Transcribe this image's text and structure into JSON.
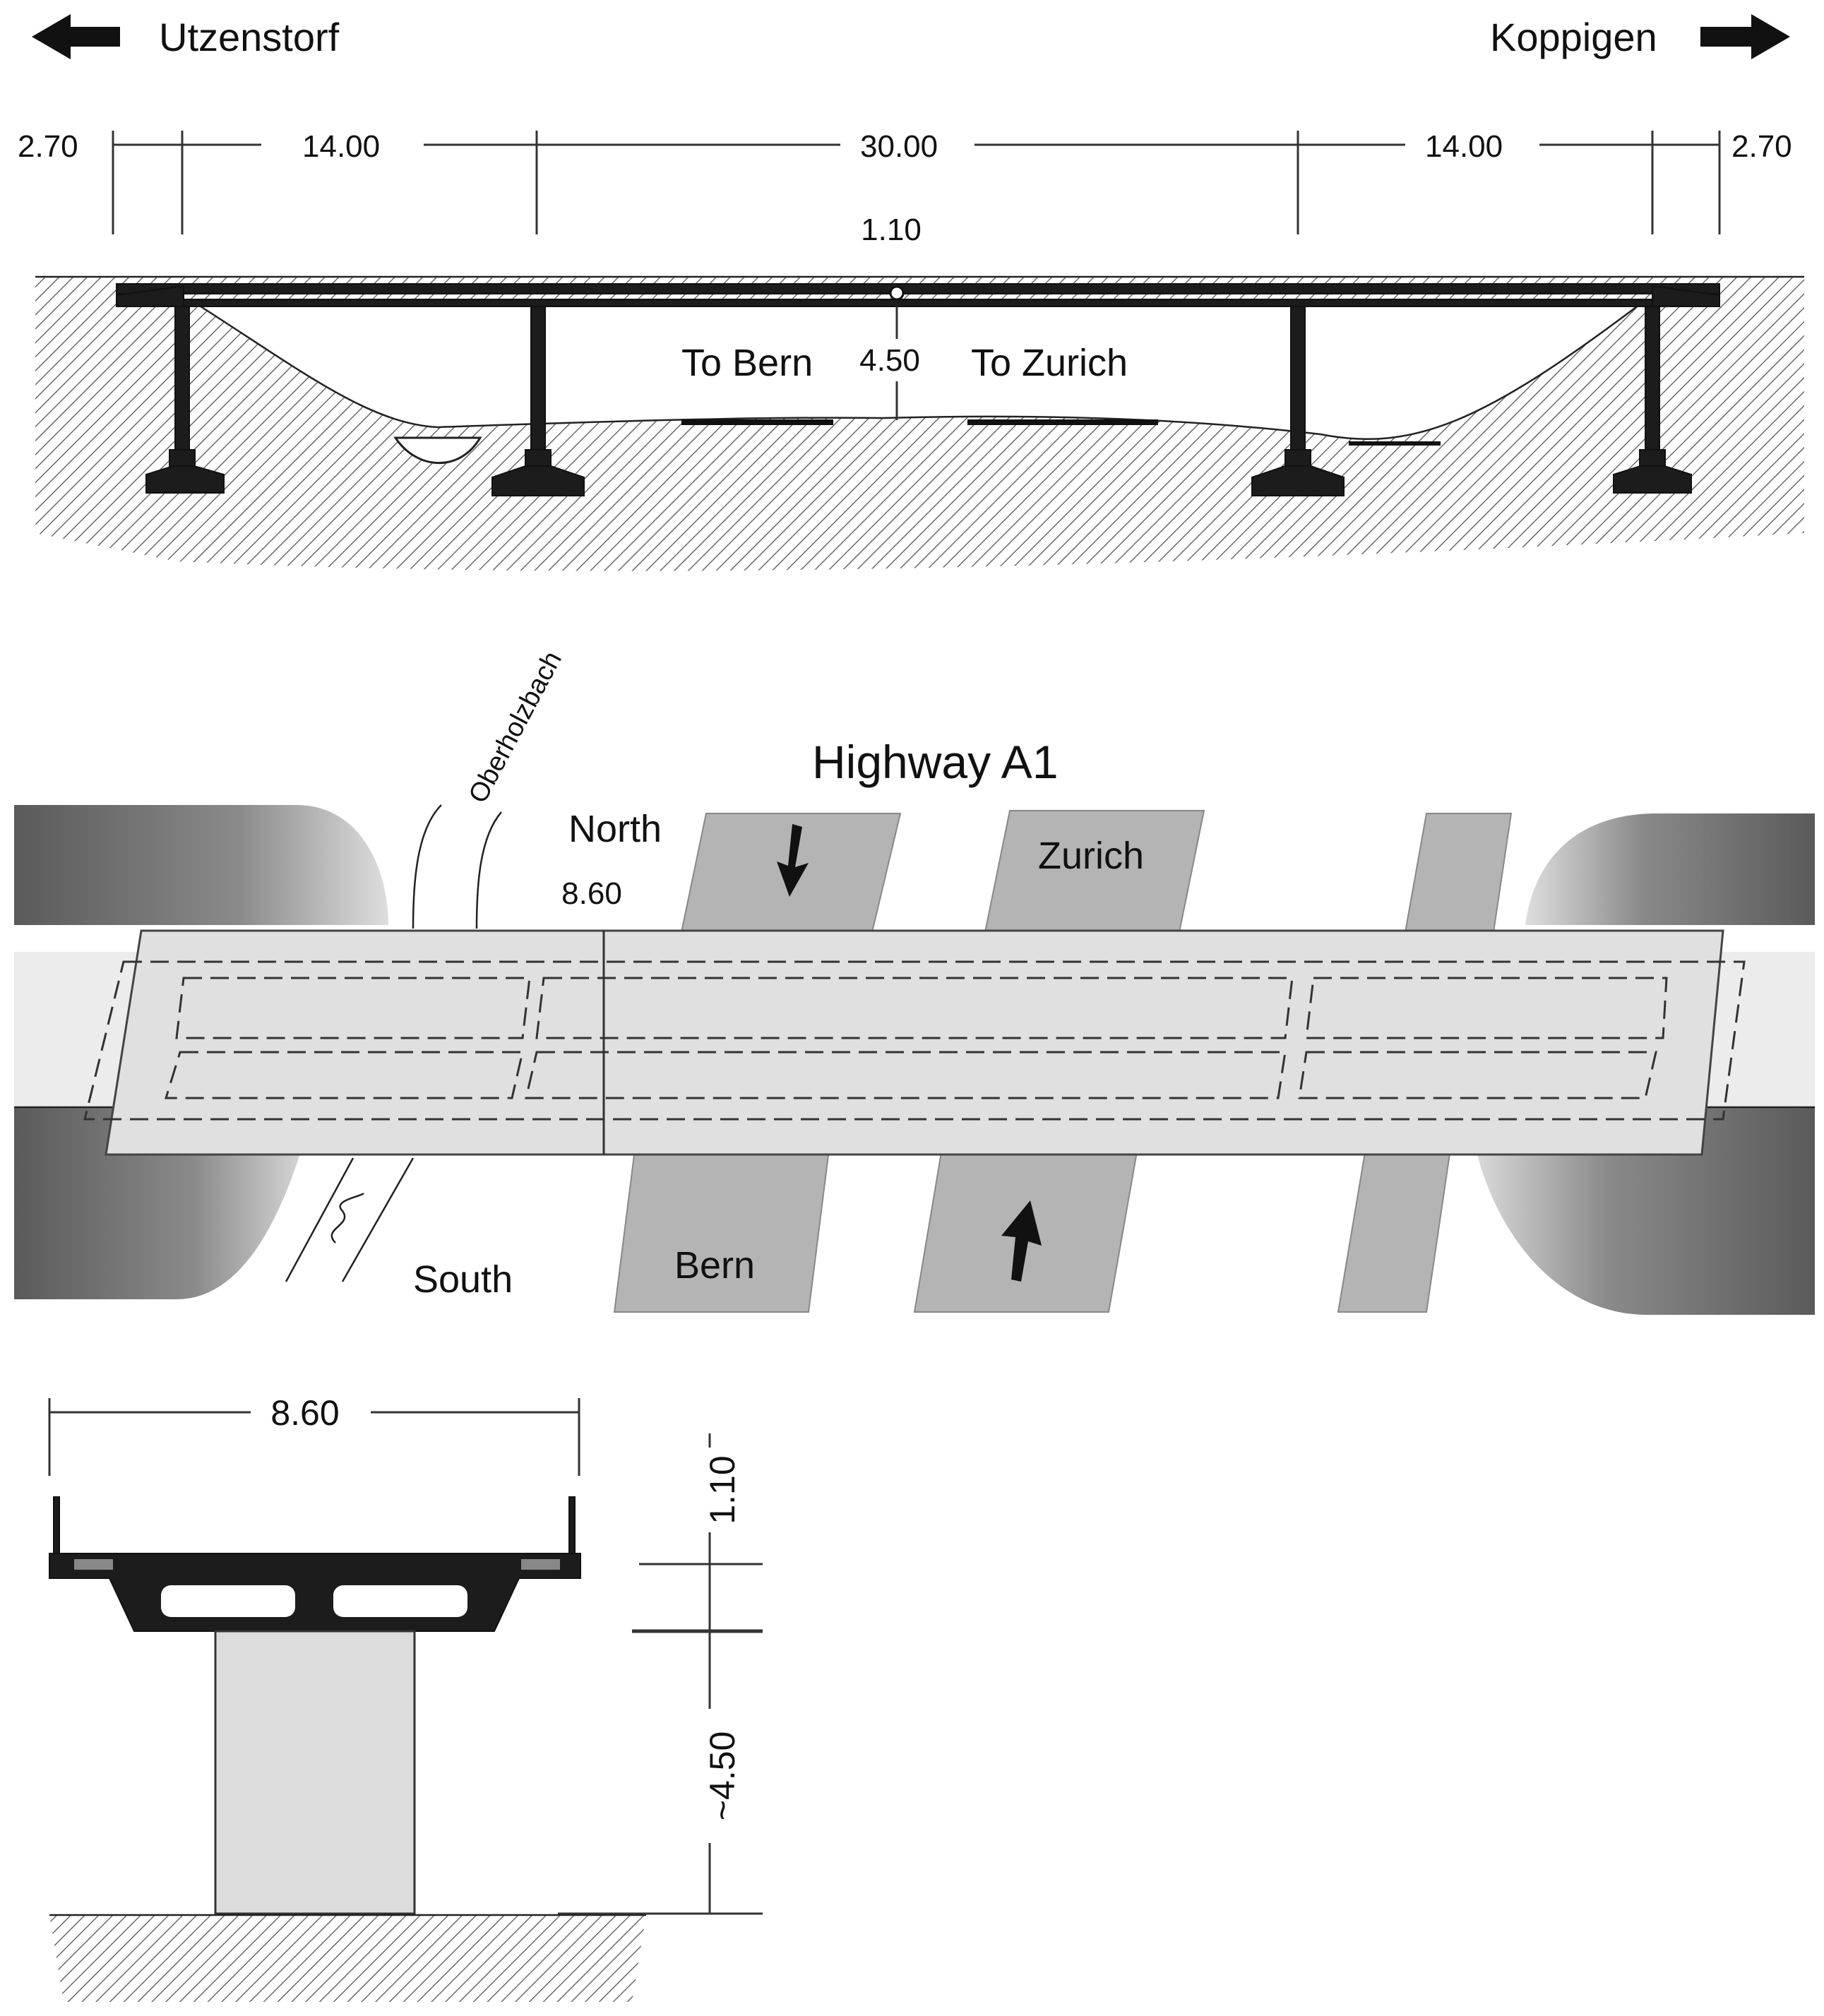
{
  "elevation": {
    "left_place": "Utzenstorf",
    "right_place": "Koppigen",
    "span_labels": [
      "2.70",
      "14.00",
      "30.00",
      "14.00",
      "2.70"
    ],
    "deck_depth": "1.10",
    "clearance": "4.50",
    "lane_left": "To Bern",
    "lane_right": "To Zurich"
  },
  "plan": {
    "title": "Highway A1",
    "north": "North",
    "south": "South",
    "stream": "Oberholzbach",
    "width": "8.60",
    "lane_top": "Zurich",
    "lane_bottom": "Bern"
  },
  "section": {
    "width": "8.60",
    "depth": "1.10",
    "height": "~4.50"
  },
  "colors": {
    "structure": "#1c1c1c",
    "road": "#b4b4b4",
    "bridge_deck": "#e6e6e6",
    "hatching": "#6a6a6a"
  }
}
